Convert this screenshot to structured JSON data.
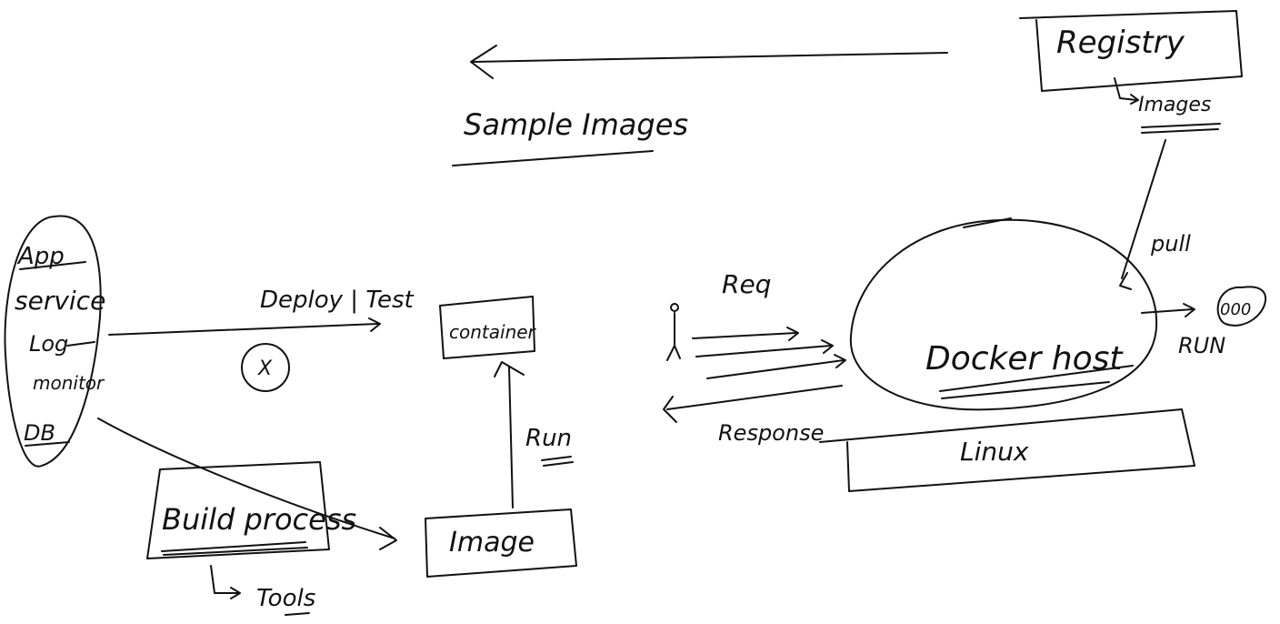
{
  "top": {
    "registry": "Registry",
    "registry_images": "Images",
    "sample_images": "Sample Images"
  },
  "left_stack": {
    "items": [
      "App",
      "service",
      "Log",
      "monitor",
      "DB"
    ]
  },
  "flow": {
    "deploy_test": "Deploy | Test",
    "blocked_mark": "X",
    "container": "container",
    "run": "Run",
    "image": "Image",
    "build_process": "Build process",
    "tools": "Tools"
  },
  "host": {
    "req": "Req",
    "response": "Response",
    "docker_host": "Docker host",
    "linux": "Linux",
    "pull": "pull",
    "run": "RUN",
    "run_target": "000"
  }
}
